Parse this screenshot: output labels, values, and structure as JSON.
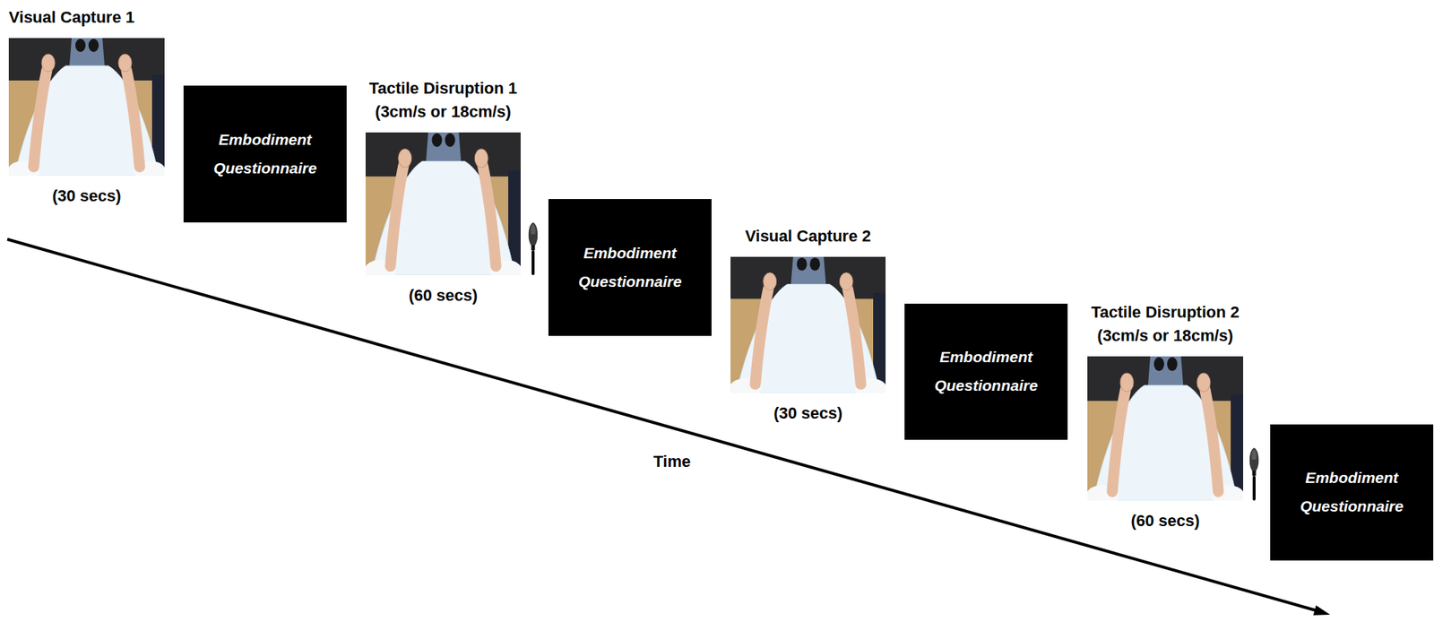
{
  "diagram": {
    "nodes": [
      {
        "text": [
          "Visual Capture 1",
          "(30 secs)"
        ]
      },
      {
        "text": [
          "Embodiment Questionnaire"
        ]
      },
      {
        "text": [
          "Tactile Disruption 1",
          "(3cm/s or 18cm/s)",
          "(60 secs)"
        ]
      },
      {
        "text": [
          "Embodiment Questionnaire"
        ]
      },
      {
        "text": [
          "Visual Capture 2",
          "(30 secs)"
        ]
      },
      {
        "text": [
          "Embodiment Questionnaire"
        ]
      },
      {
        "text": [
          "Tactile Disruption 2",
          "(3cm/s or 18cm/s)",
          "(60 secs)"
        ]
      },
      {
        "text": [
          "Embodiment Questionnaire"
        ]
      }
    ],
    "labels": [
      "Time"
    ]
  }
}
